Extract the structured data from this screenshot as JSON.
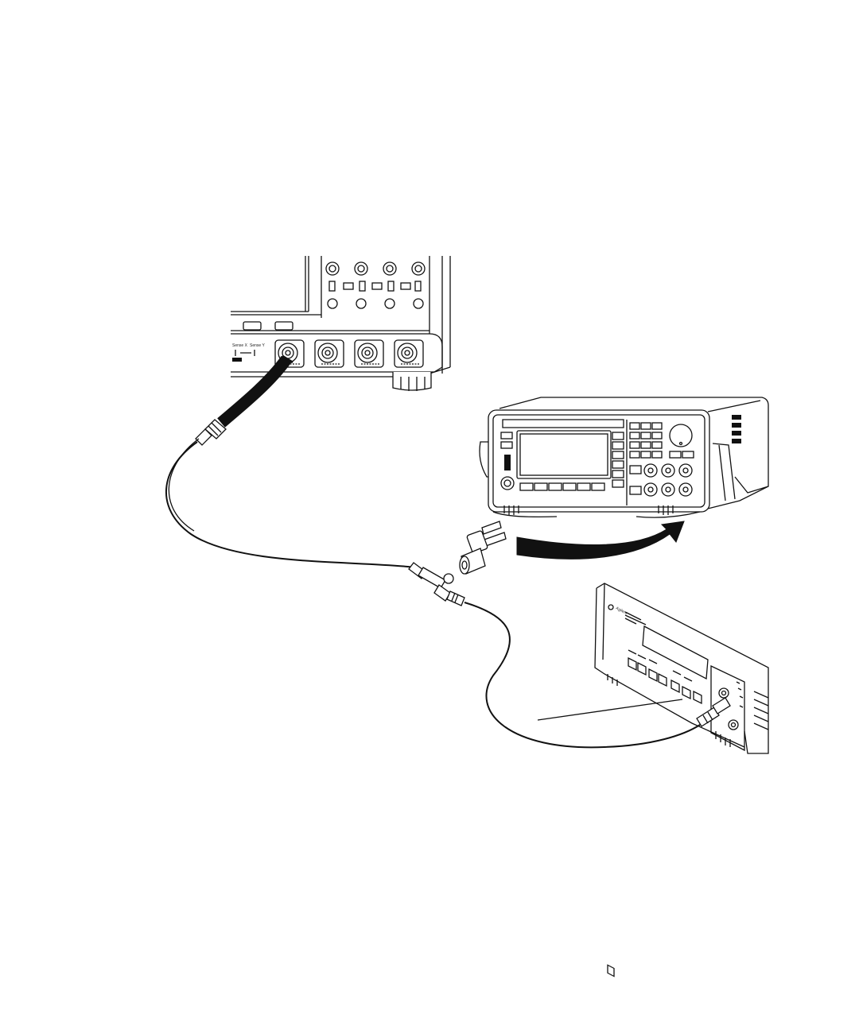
{
  "diagram": {
    "oscilloscope_labels": {
      "sense_left": "Sense X",
      "sense_right": "Sense Y"
    },
    "counter_labels": {
      "brand": "Agilent"
    }
  }
}
